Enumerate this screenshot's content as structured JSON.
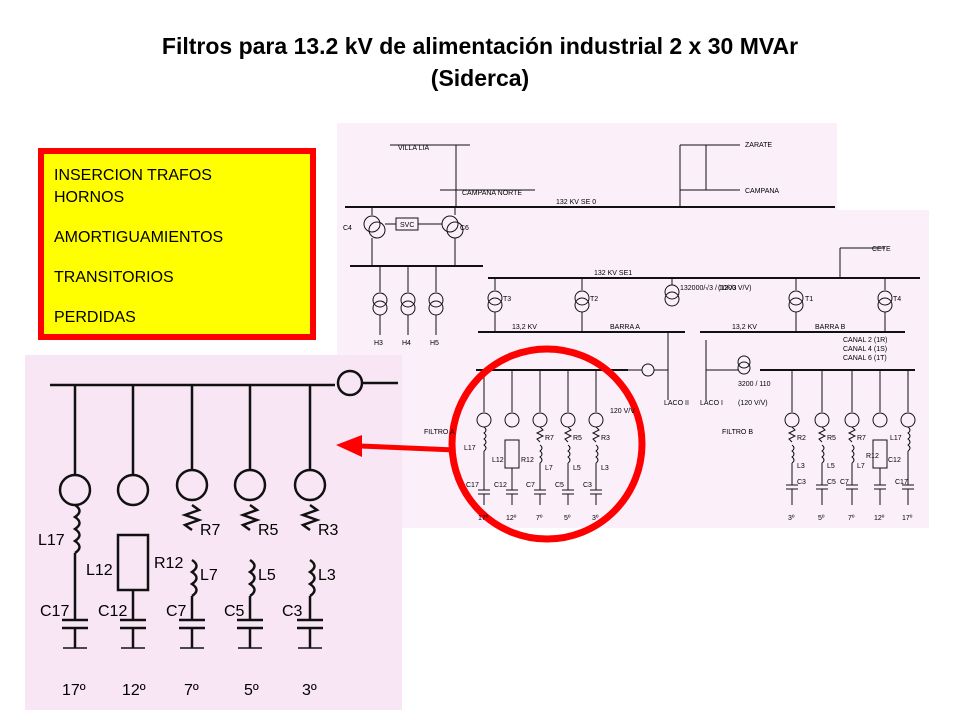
{
  "title": {
    "line1": "Filtros para 13.2 kV de alimentación industrial 2 x 30 MVAr",
    "line2": "(Siderca)"
  },
  "callout_box": {
    "items": [
      "INSERCION TRAFOS",
      "HORNOS",
      "AMORTIGUAMIENTOS",
      "TRANSITORIOS",
      "PERDIDAS"
    ]
  },
  "colors": {
    "highlight": "#ff0000",
    "box_fill": "#ffff00",
    "paper": "#fdeef8"
  },
  "diagram": {
    "stations": [
      "VILLA LIA",
      "ZARATE",
      "CAMPANA NORTE",
      "CAMPANA",
      "CETE"
    ],
    "busbars": [
      "132 KV  SE 0",
      "132 KV  SE1",
      "13,2 KV",
      "BARRA  A",
      "13,2 KV",
      "BARRA  B"
    ],
    "equipment": [
      "C4",
      "SVC",
      "C6",
      "T3",
      "T2",
      "T1",
      "T4",
      "H3",
      "H4",
      "H5"
    ],
    "filters": [
      "FILTRO A",
      "FILTRO B"
    ],
    "laco": [
      "LACO II",
      "LACO I"
    ],
    "channels": [
      "CANAL 2 (1R)",
      "CANAL 4 (1S)",
      "CANAL 6 (1T)"
    ],
    "ratings": [
      "132000/√3 / 10/√3",
      "(1200 V/V)",
      "120 V/V",
      "3200 / 110",
      "(120 V/V)"
    ],
    "filter_a_components": [
      "L17",
      "C17",
      "L12",
      "R12",
      "C12",
      "R7",
      "L7",
      "C7",
      "R5",
      "L5",
      "C5",
      "R3",
      "L3",
      "C3"
    ],
    "filter_a_harmonics": [
      "17º",
      "12º",
      "7º",
      "5º",
      "3º"
    ],
    "filter_b_components": [
      "R2",
      "L3",
      "C3",
      "R5",
      "L5",
      "C5",
      "R7",
      "L7",
      "C7",
      "R12",
      "C12",
      "L17",
      "C17"
    ],
    "filter_b_harmonics": [
      "3º",
      "5º",
      "7º",
      "12º",
      "17º"
    ]
  },
  "zoom_inset": {
    "branches": [
      {
        "resistor": "",
        "inductor": "L17",
        "capacitor": "C17",
        "harmonic": "17º"
      },
      {
        "resistor": "R12",
        "inductor": "L12",
        "capacitor": "C12",
        "harmonic": "12º"
      },
      {
        "resistor": "R7",
        "inductor": "L7",
        "capacitor": "C7",
        "harmonic": "7º"
      },
      {
        "resistor": "R5",
        "inductor": "L5",
        "capacitor": "C5",
        "harmonic": "5º"
      },
      {
        "resistor": "R3",
        "inductor": "L3",
        "capacitor": "C3",
        "harmonic": "3º"
      }
    ]
  }
}
